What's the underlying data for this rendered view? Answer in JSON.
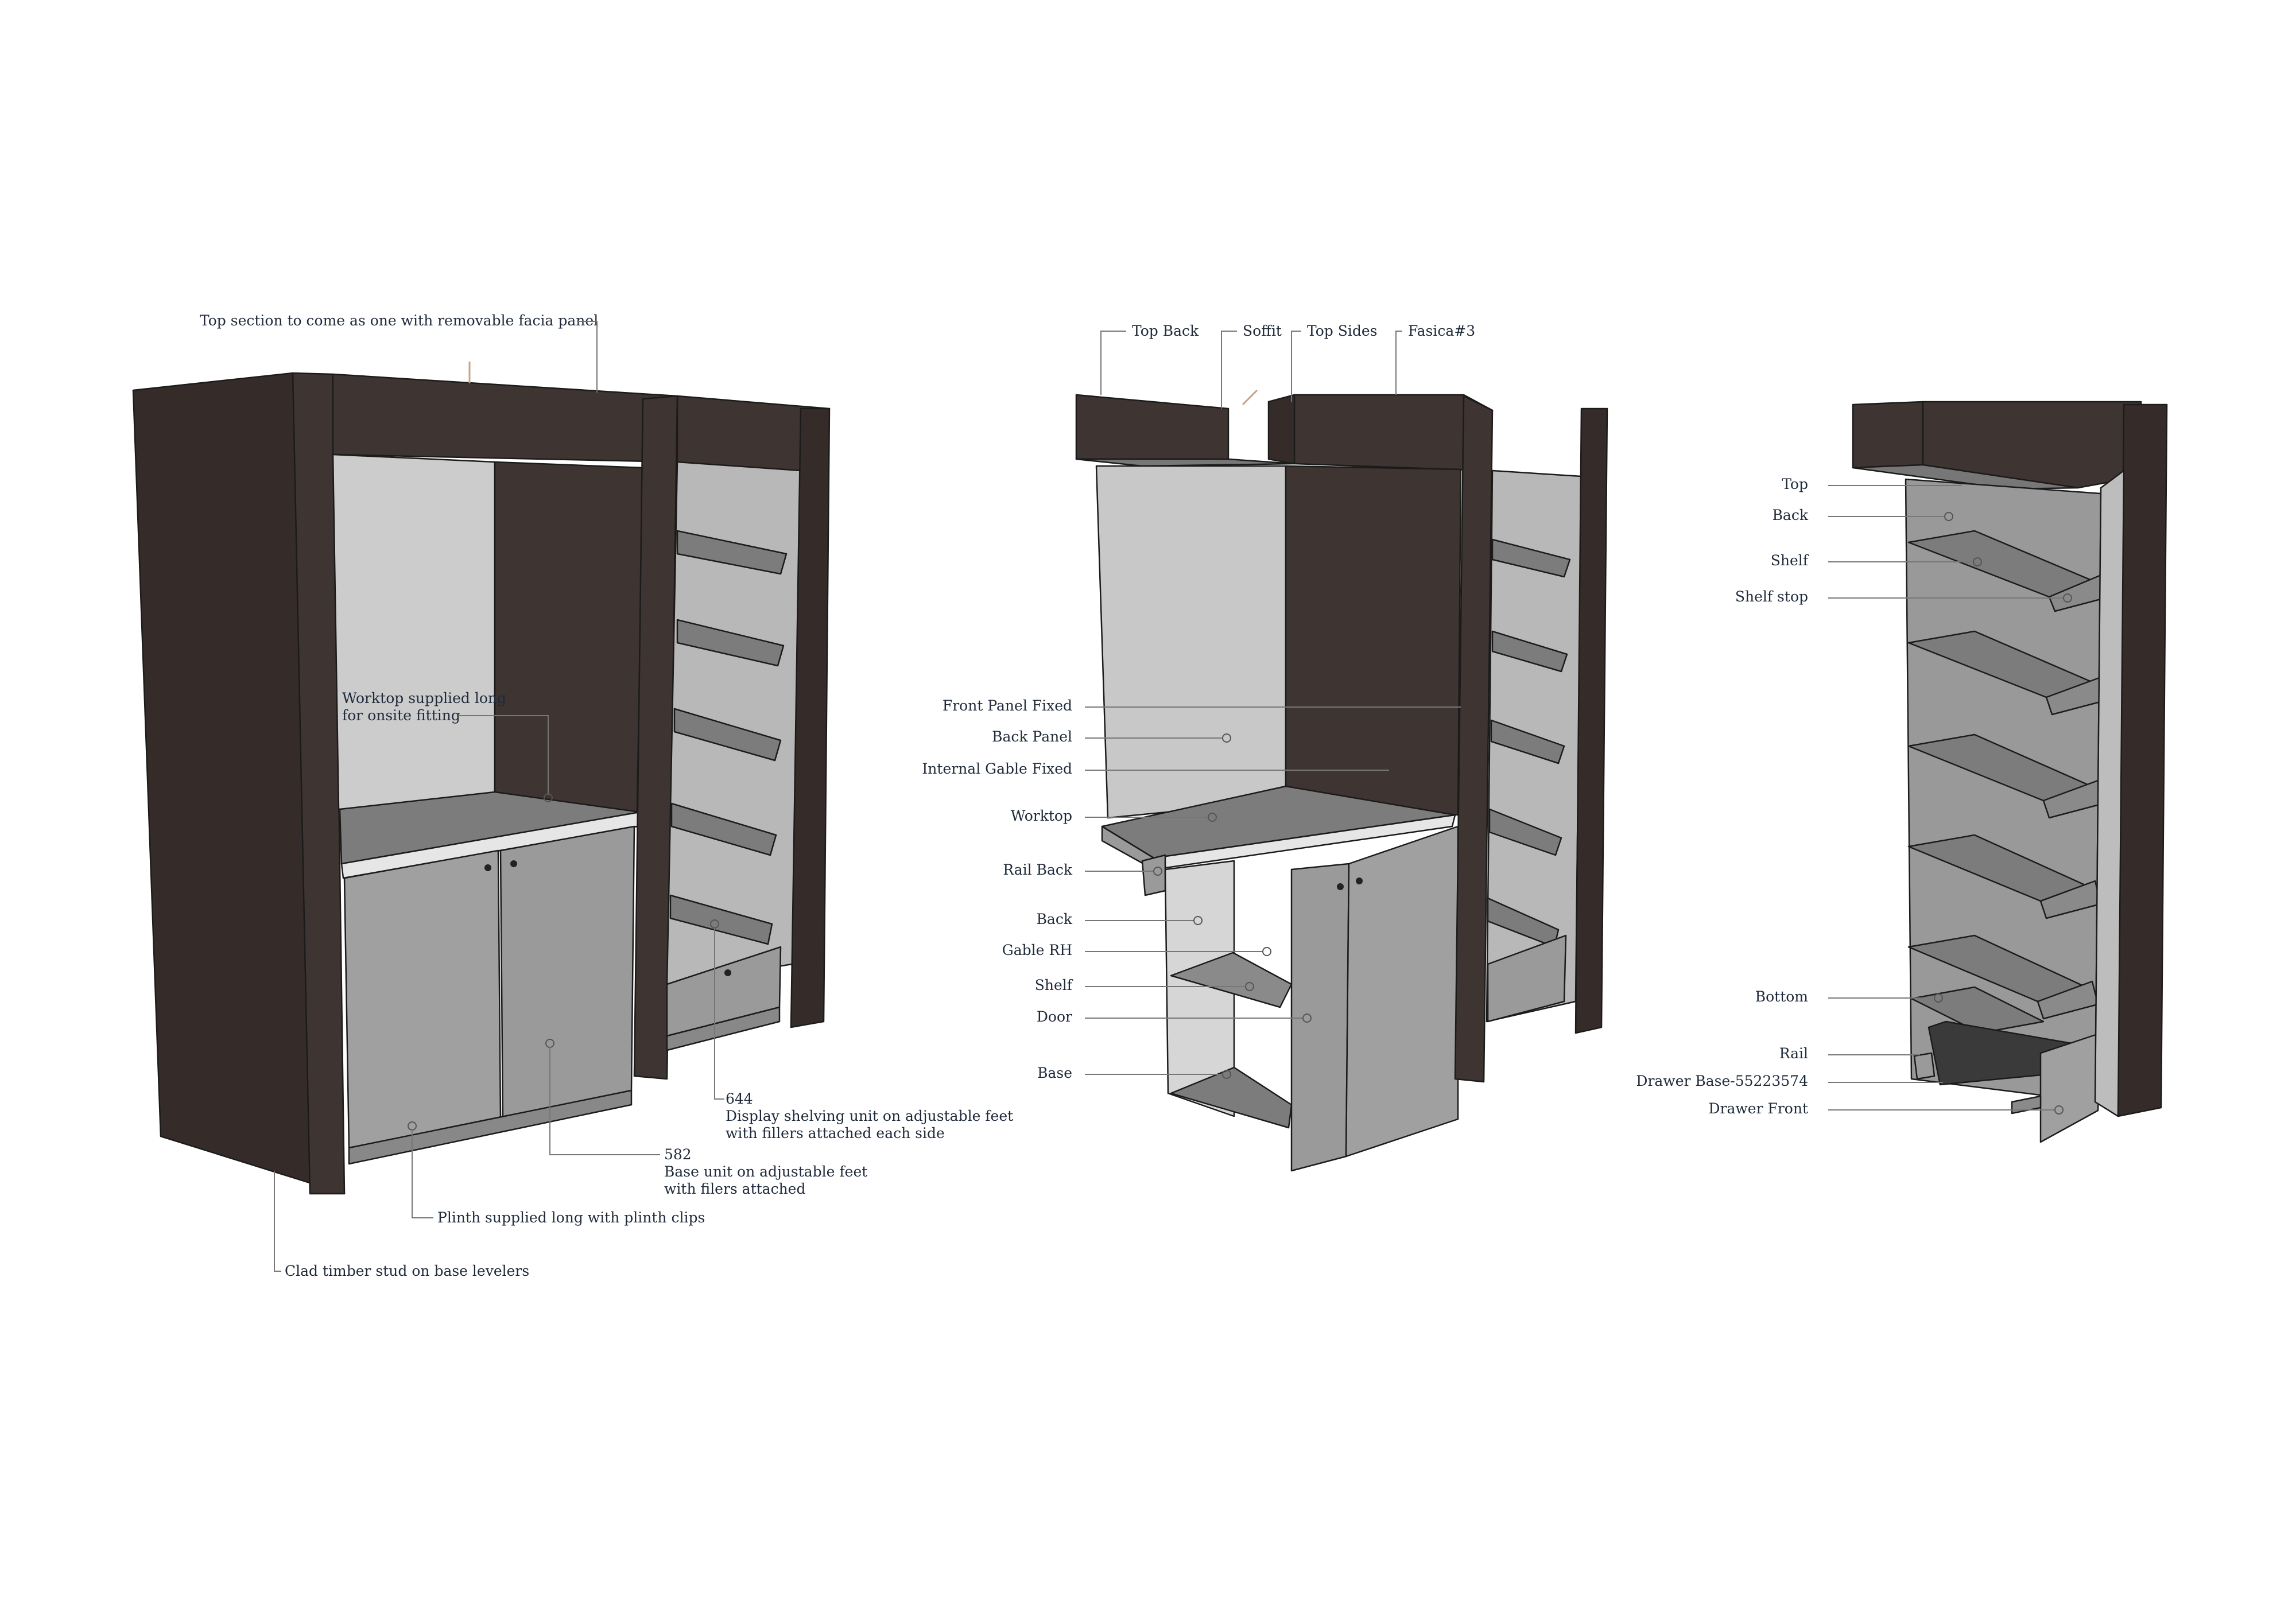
{
  "colors": {
    "frame_dark": "#3e3431",
    "frame_side": "#352c2a",
    "panel_grey": "#999999",
    "panel_light": "#c2c2c2",
    "shelf_grey": "#7c7c7c",
    "worktop_edge": "#e6e6e6",
    "label_text": "#1f2a3a"
  },
  "drawing_left": {
    "labels": {
      "top_section": "Top section to come as one with removable facia panel",
      "worktop_line1": "Worktop supplied long",
      "worktop_line2": "for onsite fitting",
      "display_code": "644",
      "display_line1": "Display shelving unit on adjustable feet",
      "display_line2": "with fillers attached each side",
      "base_code": "582",
      "base_line1": "Base unit on adjustable feet",
      "base_line2": "with filers attached",
      "plinth": "Plinth supplied long with plinth clips",
      "clad": "Clad timber stud on base levelers"
    }
  },
  "drawing_middle": {
    "labels": {
      "top_back": "Top Back",
      "soffit": "Soffit",
      "top_sides": "Top Sides",
      "fascia": "Fasica#3",
      "front_panel_fixed": "Front Panel Fixed",
      "back_panel": "Back Panel",
      "internal_gable_fixed": "Internal Gable Fixed",
      "worktop": "Worktop",
      "rail_back": "Rail Back",
      "back": "Back",
      "gable_rh": "Gable RH",
      "shelf": "Shelf",
      "door": "Door",
      "base": "Base"
    }
  },
  "drawing_right": {
    "labels": {
      "top": "Top",
      "back": "Back",
      "shelf": "Shelf",
      "shelf_stop": "Shelf stop",
      "bottom": "Bottom",
      "rail": "Rail",
      "drawer_base": "Drawer Base-55223574",
      "drawer_front": "Drawer Front"
    }
  }
}
